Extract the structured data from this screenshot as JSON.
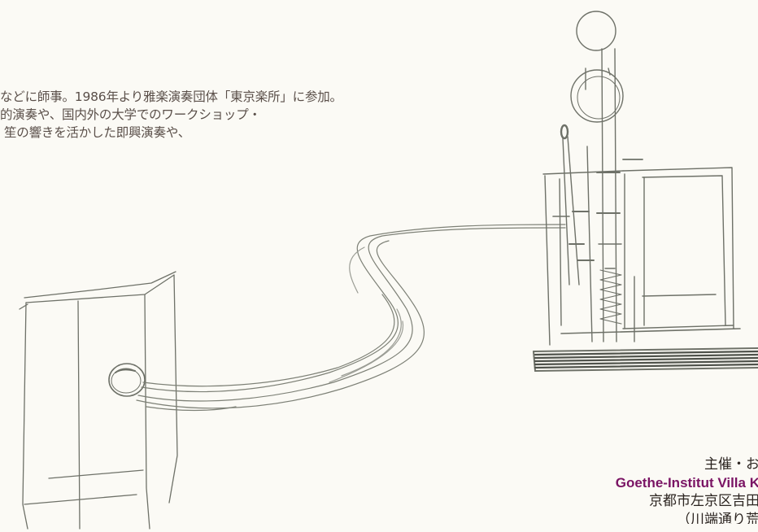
{
  "bio": {
    "line1": "などに師事。1986年より雅楽演奏団体「東京楽所」に参加。",
    "line2": "的演奏や、国内外の大学でのワークショップ・",
    "line3": "笙の響きを活かした即興演奏や、"
  },
  "info": {
    "organizer": "主催・お",
    "institute": "Goethe-Institut Villa K",
    "address": "京都市左京区吉田",
    "street": "（川端通り荒"
  },
  "colors": {
    "text": "#5a4f49",
    "accent": "#7a1464",
    "background": "#fbfaf5",
    "pencil": "#6b6e66"
  }
}
